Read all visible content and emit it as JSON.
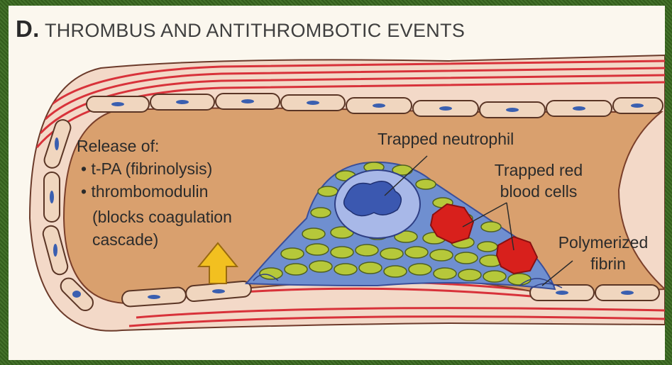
{
  "title": {
    "letter": "D.",
    "text": "THROMBUS AND ANTITHROMBOTIC EVENTS"
  },
  "labels": {
    "release_heading": "Release of:",
    "release_item_1": "• t-PA (fibrinolysis)",
    "release_item_2": "• thrombomodulin",
    "release_item_2_detail_1": "(blocks coagulation",
    "release_item_2_detail_2": "cascade)",
    "neutrophil": "Trapped neutrophil",
    "rbc_line_1": "Trapped red",
    "rbc_line_2": "blood cells",
    "fibrin_line_1": "Polymerized",
    "fibrin_line_2": "fibrin"
  },
  "colors": {
    "vessel_wall": "#f3d9c8",
    "wall_stripes": "#d8323a",
    "lumen": "#d9a06e",
    "endothelium": "#f0d6bf",
    "nucleus": "#3a5fb0",
    "neutrophil": "#a8b8e8",
    "rbc": "#d8201c",
    "platelet": "#b6c83a",
    "arrow": "#f2c020"
  }
}
